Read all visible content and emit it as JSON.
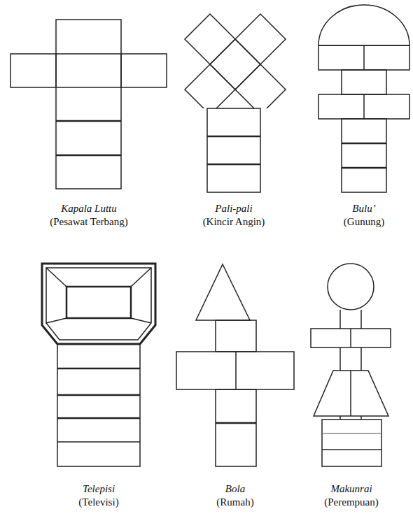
{
  "diagram": {
    "labels": [
      "Kapala Luttu",
      "(Pesawat Terbang)",
      "Pali-pali",
      "(Kincir Angin)",
      "Bulu’",
      "(Gunung)",
      "Telepisi",
      "(Televisi)",
      "Bola",
      "(Rumah)",
      "Makunrai",
      "(Perempuan)"
    ]
  }
}
